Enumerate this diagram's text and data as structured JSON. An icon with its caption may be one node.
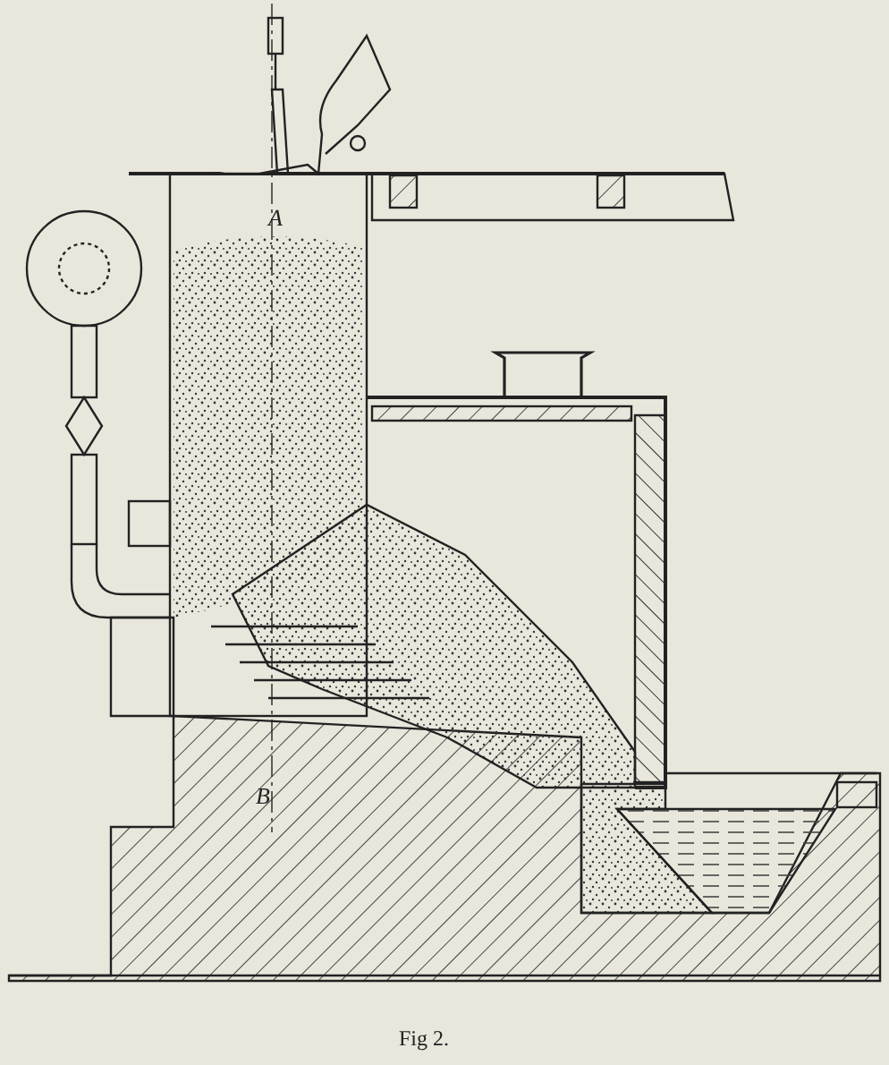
{
  "diagram": {
    "caption": "Fig 2.",
    "labels": [
      "A",
      "B"
    ]
  }
}
